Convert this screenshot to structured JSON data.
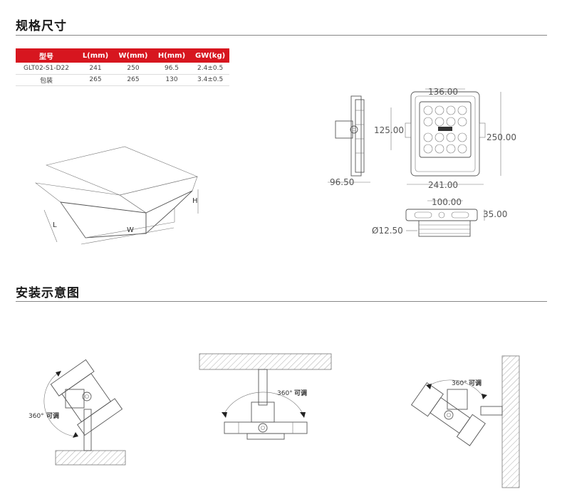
{
  "sections": {
    "spec_title": "规格尺寸",
    "install_title": "安装示意图"
  },
  "spec_table": {
    "headers": [
      "型号",
      "L(mm)",
      "W(mm)",
      "H(mm)",
      "GW(kg)"
    ],
    "rows": [
      [
        "GLT02-S1-D22",
        "241",
        "250",
        "96.5",
        "2.4±0.5"
      ],
      [
        "包装",
        "265",
        "265",
        "130",
        "3.4±0.5"
      ]
    ]
  },
  "box_labels": {
    "l": "L",
    "w": "W",
    "h": "H"
  },
  "dimensions": {
    "top_width": "136.00",
    "left_height": "125.00",
    "right_height": "250.00",
    "bottom_width": "241.00",
    "side_depth": "96.50",
    "bracket_width": "100.00",
    "bracket_height": "35.00",
    "hole_diameter": "Ø12.50"
  },
  "install": {
    "rotation_label_1": "360°",
    "rotation_suffix_1": "可调",
    "rotation_label_2": "360°",
    "rotation_suffix_2": "可调",
    "rotation_label_3": "360°",
    "rotation_suffix_3": "可调"
  },
  "colors": {
    "accent": "#d7161f"
  }
}
